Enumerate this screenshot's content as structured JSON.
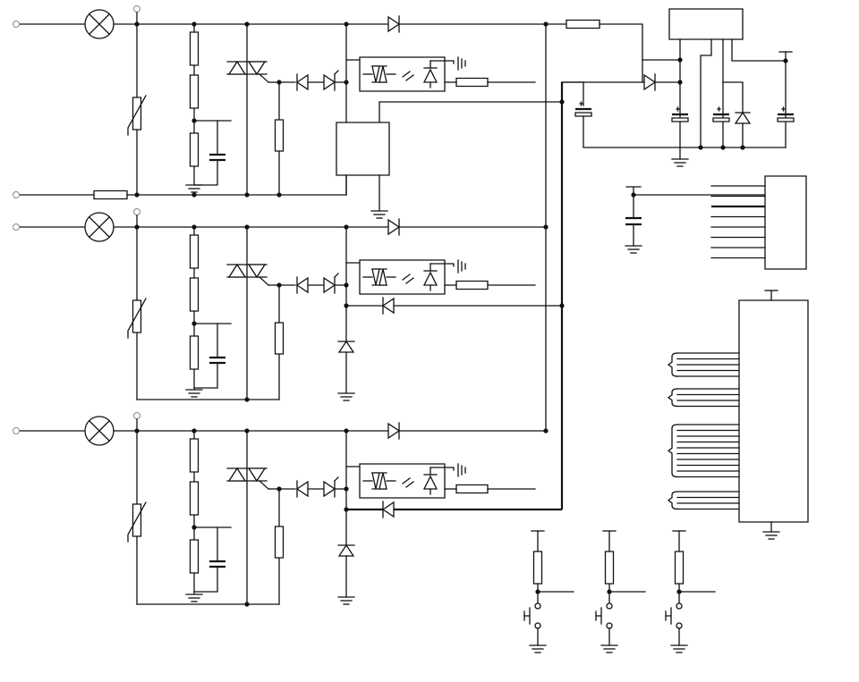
{
  "diagram": {
    "kind": "electrical-schematic",
    "line_color": "#111111",
    "background": "#ffffff",
    "channels": 3,
    "components_per_channel": [
      "lamp",
      "varistor",
      "resistor-ladder",
      "capacitor",
      "triac",
      "zener-pair",
      "optocoupler",
      "diode"
    ],
    "right_side": [
      "voltage-regulator",
      "electrolytic-capacitors",
      "connector-header",
      "microcontroller",
      "push-buttons"
    ],
    "push_buttons": 3
  }
}
